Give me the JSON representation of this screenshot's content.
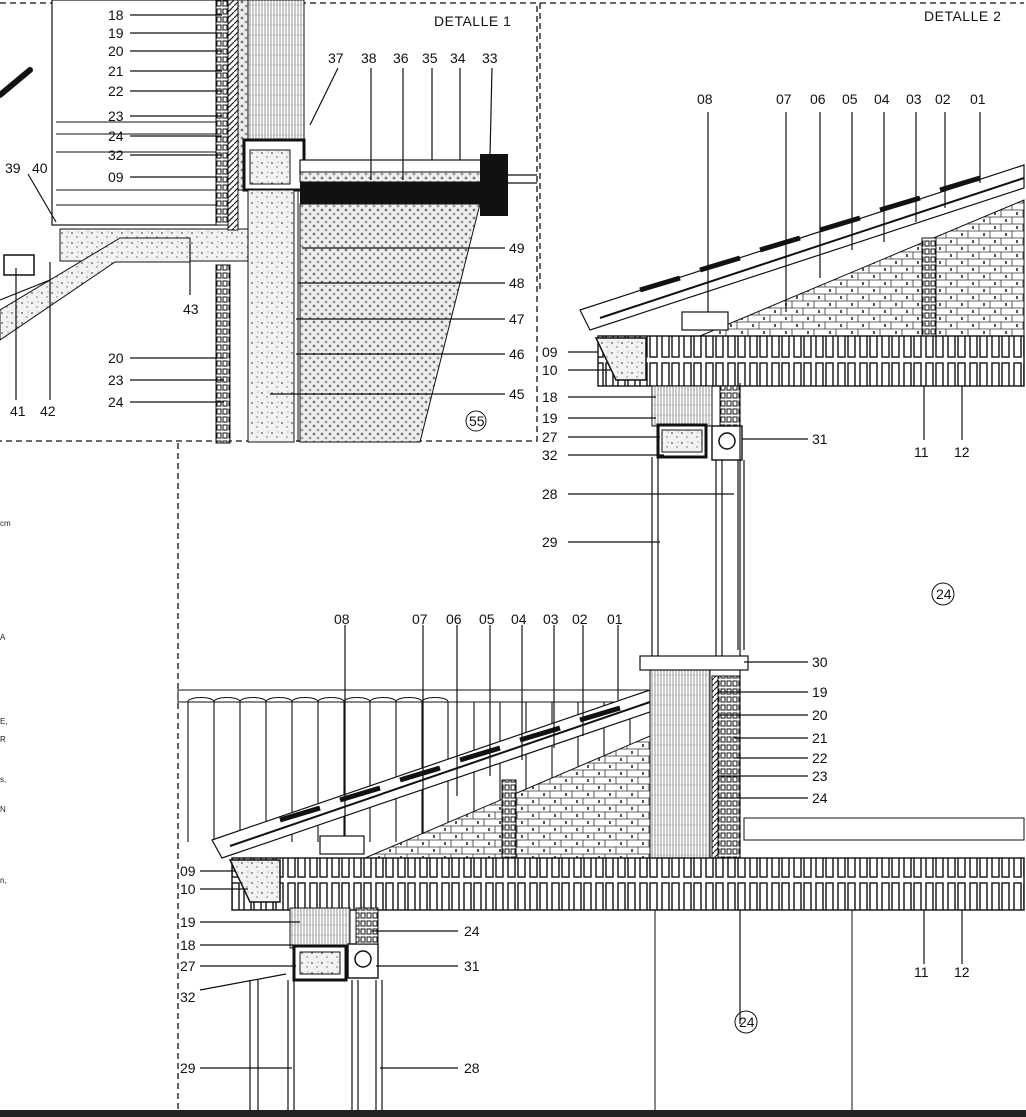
{
  "detail1": {
    "title": "DETALLE 1",
    "left_labels": [
      "18",
      "19",
      "20",
      "21",
      "22",
      "23",
      "24",
      "32",
      "09"
    ],
    "top_labels": [
      "37",
      "38",
      "36",
      "35",
      "34",
      "33"
    ],
    "right_labels": [
      "49",
      "48",
      "47",
      "46",
      "45"
    ],
    "misc_labels": [
      "39",
      "40",
      "43",
      "41",
      "42"
    ],
    "lower_left_labels": [
      "20",
      "23",
      "24"
    ],
    "circle": "55"
  },
  "detail2": {
    "title": "DETALLE 2",
    "roof_labels": [
      "08",
      "07",
      "06",
      "05",
      "04",
      "03",
      "02",
      "01"
    ],
    "eave_labels": [
      "09",
      "10",
      "18",
      "19",
      "27",
      "32",
      "28",
      "29"
    ],
    "right_labels": [
      "31",
      "11",
      "12"
    ],
    "circle": "24"
  },
  "detail3": {
    "roof_labels": [
      "08",
      "07",
      "06",
      "05",
      "04",
      "03",
      "02",
      "01"
    ],
    "wall_labels": [
      "30",
      "19",
      "20",
      "21",
      "22",
      "23",
      "24"
    ],
    "lower_left_labels": [
      "09",
      "10",
      "19",
      "18",
      "27",
      "32",
      "29"
    ],
    "lower_right_labels": [
      "24",
      "31",
      "28",
      "11",
      "12"
    ],
    "circle": "24"
  },
  "margin_fragments": [
    "cm",
    "A",
    "E,",
    "R",
    "s,",
    "N",
    "n,"
  ]
}
